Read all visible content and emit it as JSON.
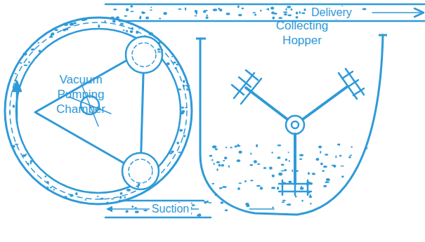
{
  "diagram": {
    "nodes": [
      {
        "text": [
          "Vacuum Pumping Chamber"
        ]
      },
      {
        "text": [
          "Collecting Hopper"
        ]
      }
    ],
    "edges": [
      {
        "from": 1,
        "to": 0,
        "arrow": "to",
        "label": "Suction"
      }
    ],
    "labels": [
      "Delivery"
    ]
  }
}
